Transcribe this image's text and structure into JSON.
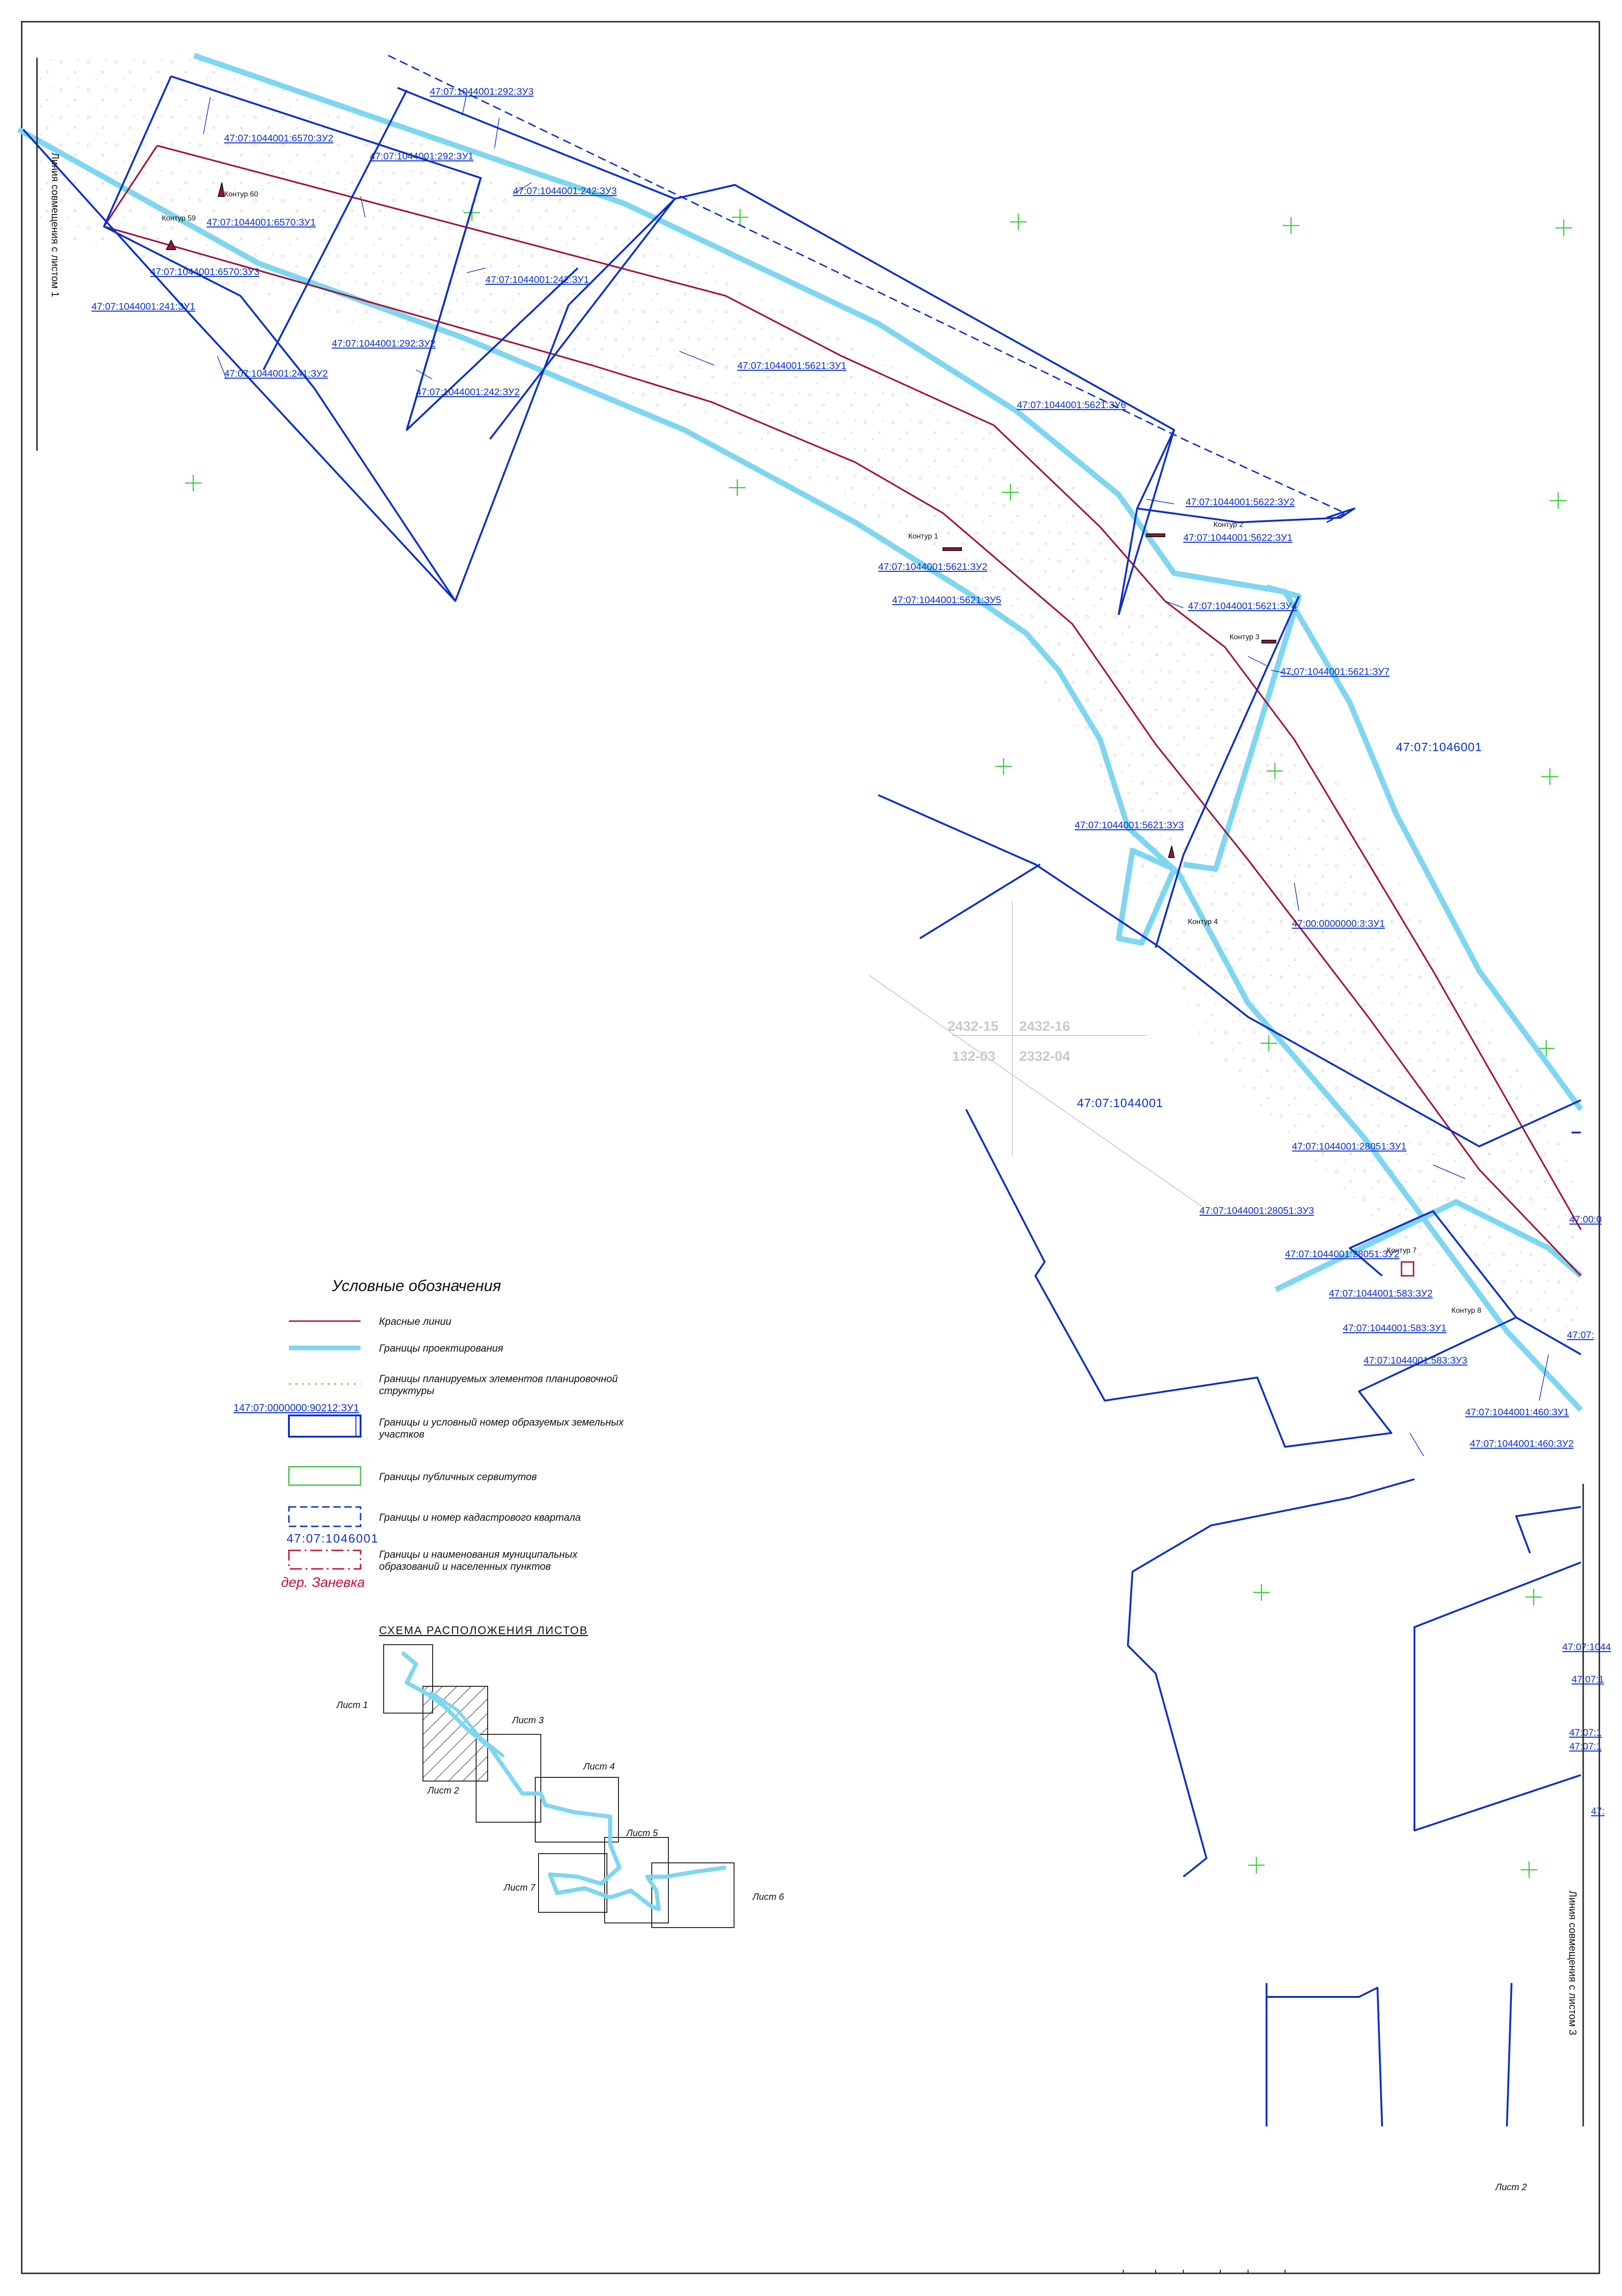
{
  "colors": {
    "red_line": "#a3123a",
    "design_boundary": "#7fd6f0",
    "plot_boundary": "#0a2fc8",
    "servitude": "#4cc24c",
    "cross": "#3ccc3c",
    "planning_elements": "#f2a15a",
    "municipal": "#c0103a"
  },
  "map": {
    "quarter_labels": [
      "47:07:1046001",
      "47:07:1044001"
    ],
    "grey_numbers": [
      "2432-15",
      "2432-16",
      "132-03",
      "2332-04"
    ],
    "contours": [
      "Контур 60",
      "Контур 59",
      "Контур 1",
      "Контур 2",
      "Контур 3",
      "Контур 4",
      "Контур 7",
      "Контур 8"
    ],
    "plot_labels": [
      "47:07:1044001:292:ЗУ3",
      "47:07:1044001:6570:ЗУ2",
      "47:07:1044001:292:ЗУ1",
      "47:07:1044001:242:ЗУ3",
      "47:07:1044001:6570:ЗУ1",
      "47:07:1044001:242:ЗУ1",
      "47:07:1044001:6570:ЗУ3",
      "47:07:1044001:241:ЗУ1",
      "47:07:1044001:292:ЗУ2",
      "47:07:1044001:241:ЗУ2",
      "47:07:1044001:242:ЗУ2",
      "47:07:1044001:5621:ЗУ1",
      "47:07:1044001:5621:ЗУ6",
      "47:07:1044001:5622:ЗУ2",
      "47:07:1044001:5622:ЗУ1",
      "47:07:1044001:5621:ЗУ2",
      "47:07:1044001:5621:ЗУ5",
      "47:07:1044001:5621:ЗУ4",
      "47:07:1044001:5621:ЗУ7",
      "47:07:1044001:5621:ЗУ3",
      "47:00:0000000:3:ЗУ1",
      "47:07:1044001:28051:ЗУ1",
      "47:07:1044001:28051:ЗУ3",
      "47:07:1044001:28051:ЗУ2",
      "47:07:1044001:583:ЗУ2",
      "47:07:1044001:583:ЗУ1",
      "47:07:1044001:583:ЗУ3",
      "47:07:1044001:460:ЗУ1",
      "47:07:1044001:460:ЗУ2"
    ],
    "edge_labels": [
      "47:07:",
      "47:07:1044",
      "47:07:1",
      "47:07:1",
      "47:07:1",
      "47:",
      "47:00:0"
    ]
  },
  "margin": {
    "left_edge": "Линия совмещения с листом 1",
    "right_edge": "Линия совмещения с листом 3",
    "sheet": "Лист 2"
  },
  "legend": {
    "title": "Условные обозначения",
    "red_lines": "Красные линии",
    "design_bounds": "Границы проектирования",
    "planning_elements_1": "Границы планируемых элементов планировочной",
    "planning_elements_2": "структуры",
    "plot_sample": "147:07:0000000:90212:ЗУ1",
    "plots_1": "Границы и условный номер образуемых земельных",
    "plots_2": "участков",
    "servitude": "Границы публичных сервитутов",
    "quarter": "Границы и номер кадастрового квартала",
    "quarter_sample": "47:07:1046001",
    "municipal_1": "Границы и наименования муниципальных",
    "municipal_2": "образований и населенных пунктов",
    "village": "дер. Заневка"
  },
  "scheme": {
    "title": "СХЕМА РАСПОЛОЖЕНИЯ ЛИСТОВ",
    "sheets": [
      "Лист 1",
      "Лист 2",
      "Лист 3",
      "Лист 4",
      "Лист 5",
      "Лист 6",
      "Лист 7"
    ]
  }
}
